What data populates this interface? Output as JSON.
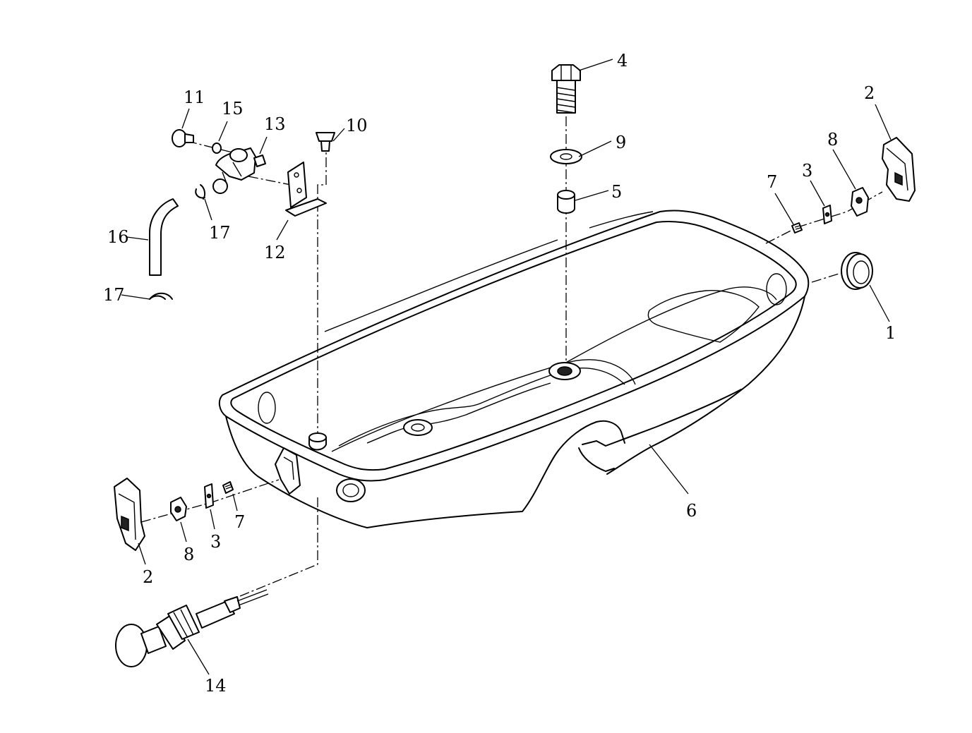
{
  "callouts": {
    "c1": "1",
    "c2_right": "2",
    "c2_left": "2",
    "c3_right": "3",
    "c3_left": "3",
    "c4": "4",
    "c5": "5",
    "c6": "6",
    "c7_right": "7",
    "c7_left": "7",
    "c8_right": "8",
    "c8_left": "8",
    "c9": "9",
    "c10": "10",
    "c11": "11",
    "c12": "12",
    "c13": "13",
    "c14": "14",
    "c15": "15",
    "c16": "16",
    "c17_upper": "17",
    "c17_lower": "17"
  }
}
